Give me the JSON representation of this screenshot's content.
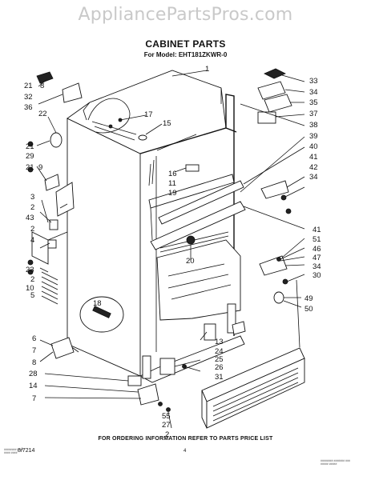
{
  "watermark": "AppliancePartsPros.com",
  "title": "CABINET PARTS",
  "model_line": "For Model: EHT181ZKWR-0",
  "footer_note": "FOR ORDERING INFORMATION REFER TO PARTS PRICE LIST",
  "page_number": "4",
  "doc_code": "8/7214",
  "left_fine_print": [
    "######## ####",
    "#### ####"
  ],
  "right_fine_print": [
    "######## ####### ###",
    "##### #####"
  ],
  "callouts": {
    "c1": "1",
    "c2": "21",
    "c3": "8",
    "c4": "32",
    "c5": "36",
    "c6": "22",
    "c7": "21",
    "c8": "29",
    "c9": "21",
    "c10": "9",
    "c11": "3",
    "c12": "2",
    "c13": "43",
    "c14": "2",
    "c15": "4",
    "c16": "23",
    "c17": "2",
    "c18": "10",
    "c19": "5",
    "c20": "6",
    "c21": "7",
    "c22": "8",
    "c23": "28",
    "c24": "14",
    "c25": "7",
    "c26": "17",
    "c27": "15",
    "c28": "16",
    "c29": "11",
    "c30": "19",
    "c31": "20",
    "c32": "18",
    "c33": "13",
    "c34": "24",
    "c35": "25",
    "c36": "26",
    "c37": "31",
    "c38": "55",
    "c39": "27",
    "c40": "2",
    "c41": "33",
    "c42": "34",
    "c43": "35",
    "c44": "37",
    "c45": "38",
    "c46": "39",
    "c47": "40",
    "c48": "41",
    "c49": "42",
    "c50": "34",
    "c51": "41",
    "c52": "51",
    "c53": "46",
    "c54": "47",
    "c55": "34",
    "c56": "30",
    "c57": "49",
    "c58": "50"
  }
}
